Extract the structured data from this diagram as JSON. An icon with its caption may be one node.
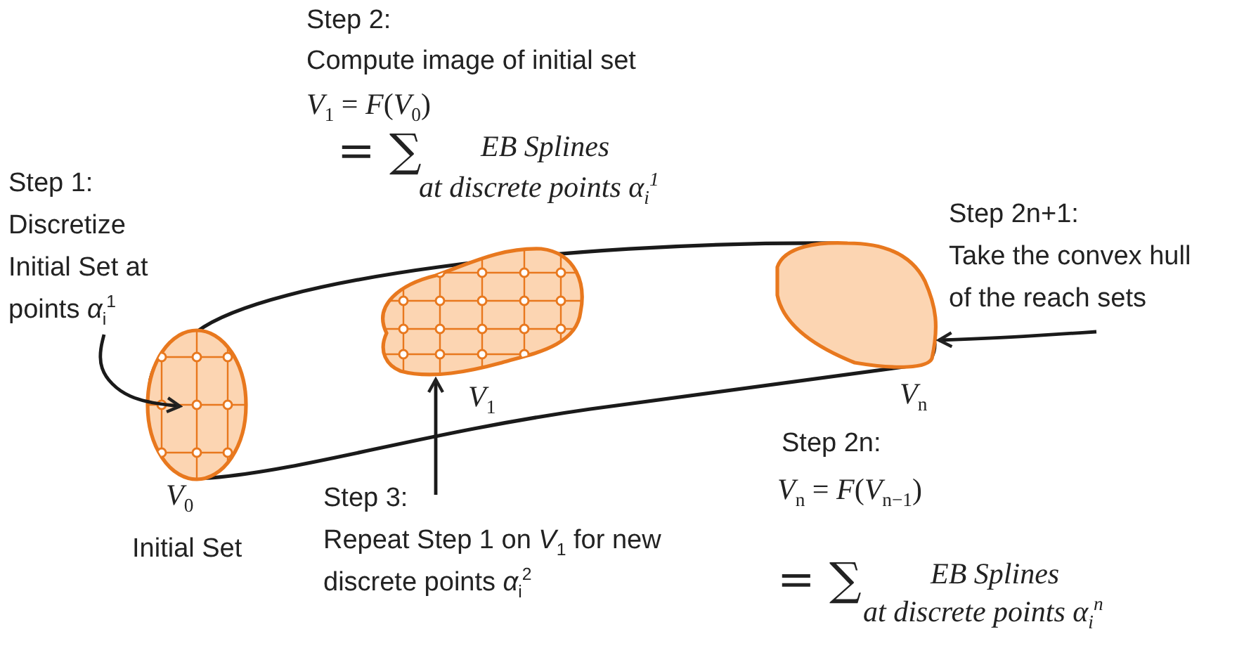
{
  "diagram": {
    "nodes": [
      {
        "text": [
          "Step 1:",
          "Discretize Initial Set at points *α*$_{i}$$^{1}$"
        ]
      },
      {
        "text": [],
        "shape": "ellipse",
        "beside": [
          "*V*$_{0}$",
          "Initial Set"
        ]
      },
      {
        "text": [],
        "shape": "blob",
        "beside": [
          "*V*$_{1}$"
        ]
      },
      {
        "text": [],
        "shape": "blob",
        "beside": [
          "*V*$_{n}$"
        ]
      },
      {
        "text": [
          "Step 3:",
          "Repeat Step 1 on *V*$_{1}$ for new discrete points *α*$_{i}$$^{2}$"
        ]
      },
      {
        "text": [
          "Step 2n+1:",
          "Take the convex hull of the reach sets"
        ]
      }
    ],
    "edges": [
      {
        "from": 0,
        "to": 1,
        "arrow": "to"
      },
      {
        "from": 4,
        "to": 2,
        "arrow": "to"
      },
      {
        "from": 5,
        "to": 3,
        "arrow": "to"
      }
    ],
    "labels": [
      "Step 2:",
      "Compute image of initial set",
      "*V*$_{1}$ = *F*(*V*$_{0}$)",
      "= ∑",
      "EB Splines",
      "at discrete points *α*$_{i}$$^{1}$",
      "Step 2n:",
      "*V*$_{n}$ = *F*(*V*$_{n−1}$)",
      "= ∑",
      "EB Splines",
      "at discrete points *α*$_{i}$$^{n}$"
    ]
  }
}
